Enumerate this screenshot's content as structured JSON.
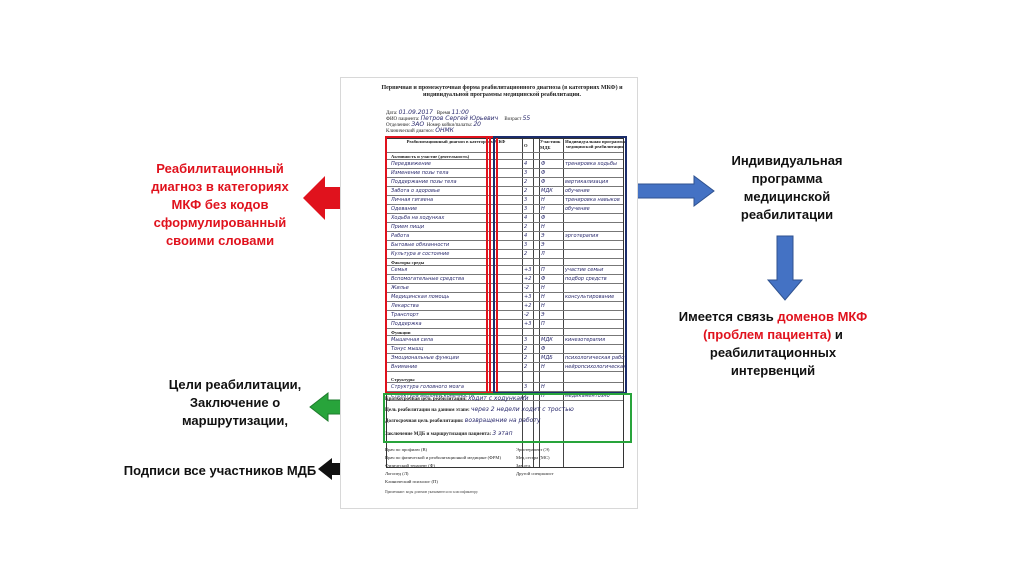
{
  "callouts": {
    "left_red": "Реабилитационный диагноз в категориях МКФ без кодов сформулированный своими словами",
    "right_blue": "Индивидуальная программа медицинской реабилитации",
    "link_pre": "Имеется связь ",
    "link_red": "доменов МКФ (проблем пациента)",
    "link_post": " и реабилитационных интервенций",
    "left_green": "Цели реабилитации, Заключение о маршрутизации,",
    "left_black": "Подписи все участников МДБ"
  },
  "colors": {
    "red": "#e0121d",
    "blue_arrow": "#4472c4",
    "green": "#28a43b",
    "black_arrow": "#111111",
    "navy_frame": "#1b2d6b"
  },
  "document": {
    "title": "Первичная и промежуточная форма реабилитационного диагноза (в категориях МКФ) и индивидуальной программы медицинской реабилитации.",
    "fields": [
      {
        "label": "Дата:",
        "value": "01.09.2017",
        "label2": "Время",
        "value2": "11:00"
      },
      {
        "label": "ФИО пациента:",
        "value": "Петров Сергей Юрьевич",
        "label2": "Возраст",
        "value2": "55"
      },
      {
        "label": "Отделение:",
        "value": "ЗАО",
        "label2": "Номер койки/палаты:",
        "value2": "20"
      },
      {
        "label": "Клинический диагноз:",
        "value": "ОНМК",
        "label2": "",
        "value2": ""
      }
    ],
    "headers": {
      "col1": "Реабилитационный диагноз в категориях МКФ",
      "col2": "О",
      "col3": "Участник МДБ",
      "col4": "Индивидуальная программа медицинской реабилитации"
    },
    "sections": {
      "activity": "Активность и участие (деятельность)",
      "environment": "Факторы среды",
      "functions": "Функции",
      "structures": "Структуры"
    },
    "rows": [
      {
        "diag": "Передвижение",
        "o": "4",
        "m": "Ф",
        "plan": "тренировка ходьбы"
      },
      {
        "diag": "Изменение позы тела",
        "o": "3",
        "m": "Ф",
        "plan": ""
      },
      {
        "diag": "Поддержание позы тела",
        "o": "2",
        "m": "Ф",
        "plan": "вертикализация"
      },
      {
        "diag": "Забота о здоровье",
        "o": "2",
        "m": "МДК",
        "plan": "обучение"
      },
      {
        "diag": "Личная гигиена",
        "o": "3",
        "m": "Н",
        "plan": "тренировка навыков"
      },
      {
        "diag": "Одевание",
        "o": "3",
        "m": "Н",
        "plan": "обучение"
      },
      {
        "diag": "Ходьба на ходунках",
        "o": "4",
        "m": "Ф",
        "plan": ""
      },
      {
        "diag": "Прием пищи",
        "o": "2",
        "m": "Н",
        "plan": ""
      },
      {
        "diag": "Работа",
        "o": "4",
        "m": "Э",
        "plan": "эрготерапия"
      },
      {
        "diag": "Бытовые обязанности",
        "o": "3",
        "m": "Э",
        "plan": ""
      },
      {
        "diag": "Культура и состояние",
        "o": "2",
        "m": "Л",
        "plan": ""
      }
    ],
    "env_rows": [
      {
        "diag": "Семья",
        "o": "+3",
        "m": "П",
        "plan": "участие семьи"
      },
      {
        "diag": "Вспомогательные средства",
        "o": "+2",
        "m": "Ф",
        "plan": "подбор средств"
      },
      {
        "diag": "Жилье",
        "o": "-2",
        "m": "Н",
        "plan": ""
      },
      {
        "diag": "Медицинская помощь",
        "o": "+3",
        "m": "Н",
        "plan": "консультирование"
      },
      {
        "diag": "Лекарства",
        "o": "+2",
        "m": "Н",
        "plan": ""
      },
      {
        "diag": "Транспорт",
        "o": "-2",
        "m": "Э",
        "plan": ""
      },
      {
        "diag": "Поддержка",
        "o": "+3",
        "m": "П",
        "plan": ""
      }
    ],
    "func_rows": [
      {
        "diag": "Мышечная сила",
        "o": "3",
        "m": "МДК",
        "plan": "кинезотерапия"
      },
      {
        "diag": "Тонус мышц",
        "o": "2",
        "m": "Ф",
        "plan": ""
      },
      {
        "diag": "Эмоциональные функции",
        "o": "2",
        "m": "МДБ",
        "plan": "психологическая работа"
      },
      {
        "diag": "Внимание",
        "o": "2",
        "m": "Н",
        "plan": "нейропсихологическая работа"
      }
    ],
    "struct_rows": [
      {
        "diag": "Структура головного мозга",
        "o": "3",
        "m": "Н",
        "plan": ""
      },
      {
        "diag": "Структура верхней конечности",
        "o": "2",
        "m": "Н",
        "plan": "медикаментозно"
      }
    ],
    "goals": {
      "short_label": "Краткосрочная цель реабилитации:",
      "short_value": "ходит с ходунками",
      "stage_label": "Цель реабилитации на данном этапе:",
      "stage_value": "через 2 недели ходит с тростью",
      "long_label": "Долгосрочная цель реабилитации:",
      "long_value": "возвращение на работу",
      "routing_label": "Заключение МДБ и маршрутизация пациента:",
      "routing_value": "3 этап"
    },
    "signatures": [
      {
        "left": "Врач по профилю (В)",
        "right": "Эрготерапевт (Э)"
      },
      {
        "left": "Врач по физической и реабилитационной медицине (ФРМ)",
        "right": "Мед.сестра (МС)"
      },
      {
        "left": "Физический терапевт (Ф)",
        "right": "Зав.отд."
      },
      {
        "left": "Логопед (Л)",
        "right": "Другой специалист"
      },
      {
        "left": "Клинический психолог (П)",
        "right": ""
      }
    ],
    "footnote": "Примечание: коды доменов указываются по классификатору."
  }
}
